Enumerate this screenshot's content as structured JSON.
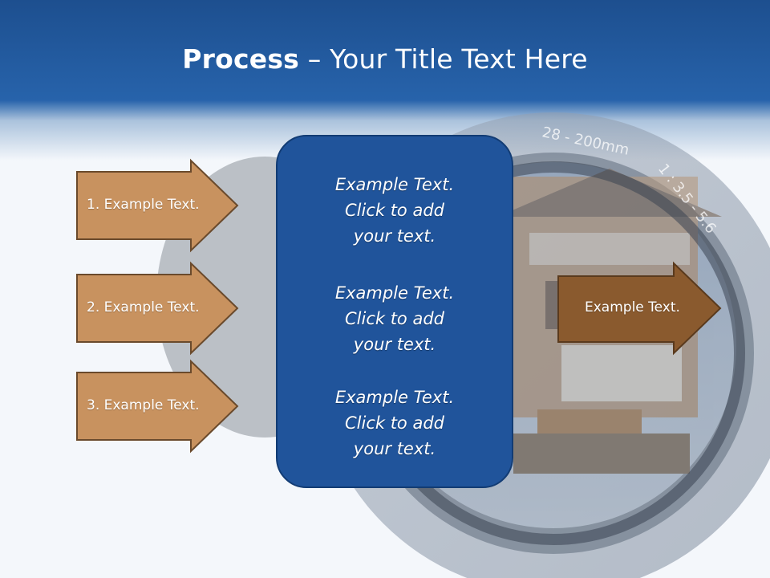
{
  "slide": {
    "title_bold": "Process",
    "title_rest": " – Your Title Text Here"
  },
  "left_arrows": [
    {
      "label": "1. Example Text."
    },
    {
      "label": "2. Example Text."
    },
    {
      "label": "3. Example Text."
    }
  ],
  "center_box": {
    "blocks": [
      {
        "line1": "Example Text.",
        "line2": "Click  to add",
        "line3": "your text."
      },
      {
        "line1": "Example Text.",
        "line2": "Click  to add",
        "line3": "your text."
      },
      {
        "line1": "Example Text.",
        "line2": "Click  to add",
        "line3": "your text."
      }
    ]
  },
  "right_arrow": {
    "label": "Example Text."
  },
  "lens": {
    "text1": "28 - 200mm",
    "text2": "1 : 3.5 - 5.6"
  },
  "colors": {
    "header_blue": "#2763ab",
    "center_box_blue": "#20549b",
    "left_arrow_fill": "#c8925f",
    "right_arrow_fill": "#8a5a2e"
  }
}
